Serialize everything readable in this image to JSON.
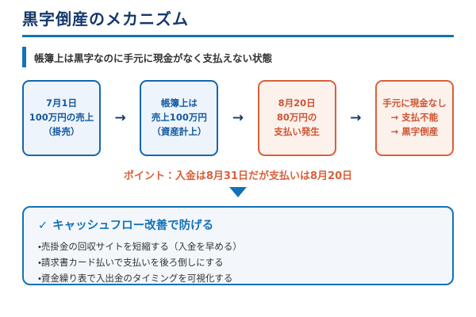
{
  "header": {
    "title": "黒字倒産のメカニズム",
    "subtitle": "帳簿上は黒字なのに手元に現金がなく支払えない状態"
  },
  "flow": {
    "arrow": "→",
    "steps": [
      {
        "variant": "blue",
        "lines": [
          "7月1日",
          "100万円の売上",
          "（掛売）"
        ]
      },
      {
        "variant": "blue",
        "lines": [
          "帳簿上は",
          "売上100万円",
          "（資産計上）"
        ]
      },
      {
        "variant": "orange",
        "lines": [
          "8月20日",
          "80万円の",
          "支払い発生"
        ]
      },
      {
        "variant": "orange",
        "lines": [
          "手元に現金なし",
          "→ 支払不能",
          "→ 黒字倒産"
        ]
      }
    ]
  },
  "point": "ポイント：入金は8月31日だが支払いは8月20日",
  "solution": {
    "check": "✓",
    "heading": "キャッシュフロー改善で防げる",
    "items": [
      "・売掛金の回収サイトを短縮する（入金を早める）",
      "・請求書カード払いで支払いを後ろ倒しにする",
      "・資金繰り表で入出金のタイミングを可視化する"
    ]
  },
  "colors": {
    "title_navy": "#14386b",
    "accent_blue": "#1272b8",
    "blue_box_border": "#1467ae",
    "blue_box_bg": "#edf4fb",
    "blue_box_text": "#15599f",
    "orange_box_border": "#d9603b",
    "orange_box_bg": "#fdf1ec",
    "orange_box_text": "#cc5533",
    "body_text": "#333333",
    "background": "#ffffff"
  }
}
